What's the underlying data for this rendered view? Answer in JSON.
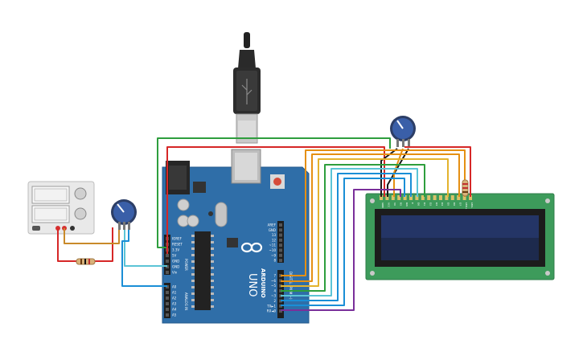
{
  "board": {
    "brand": "ARDUINO",
    "model": "UNO",
    "power_label": "POWER",
    "analog_label": "ANALOG IN",
    "digital_label": "DIGITAL (PWM ~)",
    "power_pins": [
      "IOREF",
      "RESET",
      "3.3V",
      "5V",
      "GND",
      "GND",
      "Vin"
    ],
    "analog_pins": [
      "A0",
      "A1",
      "A2",
      "A3",
      "A4",
      "A5"
    ],
    "digital_top": [
      "AREF",
      "GND",
      "13",
      "12",
      "~11",
      "~10",
      "~9",
      "8"
    ],
    "digital_bottom": [
      "7",
      "~6",
      "~5",
      "4",
      "~3",
      "2",
      "TX►1",
      "RX◄0"
    ]
  },
  "lcd": {
    "pins": [
      "GND",
      "VCC",
      "V0",
      "RS",
      "RW",
      "E",
      "D0",
      "D1",
      "D2",
      "D3",
      "D4",
      "D5",
      "D6",
      "D7",
      "LED+",
      "LED-"
    ]
  },
  "colors": {
    "pcb": "#2f6ea8",
    "lcd_pcb": "#3d9b5b",
    "lcd_screen": "#1d2a4d",
    "wire_red": "#d62727",
    "wire_green": "#2e9e3d",
    "wire_orange": "#e59013",
    "wire_yellow": "#e3b32e",
    "wire_blue": "#1a8ed6",
    "wire_lightblue": "#5bc4d6",
    "wire_purple": "#7a2f9a",
    "wire_black": "#1a1a1a",
    "wire_brown": "#9a6a2a"
  }
}
